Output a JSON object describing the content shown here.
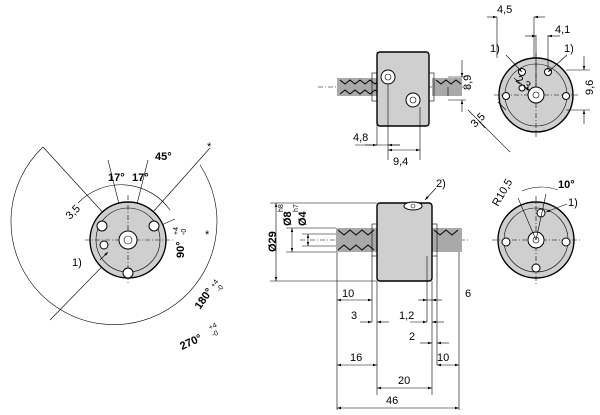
{
  "labels": {
    "dim_4_5": "4,5",
    "dim_4_1": "4,1",
    "note_1_top_left": "1)",
    "note_1_top_right": "1)",
    "dim_8_9": "8,9",
    "dim_9_6": "9,6",
    "dim_2_3": "2,3",
    "dim_3_5_right": "3,5",
    "dim_4_8": "4,8",
    "dim_9_4": "9,4",
    "angle_45": "45°",
    "asterisk_top": "*",
    "angle_17_left": "17°",
    "angle_17_right": "17°",
    "dim_3_5_left": "3,5",
    "asterisk_mid": "*",
    "angle_90": "90°",
    "tol_90_upper": "+4",
    "tol_90_lower": "-0",
    "note_1_left": "1)",
    "angle_180": "180°",
    "tol_180_upper": "+4",
    "tol_180_lower": "-0",
    "angle_270": "270°",
    "tol_270_upper": "+4",
    "tol_270_lower": "-0",
    "note_2": "2)",
    "dia_29": "Ø29",
    "dia_8": "Ø8",
    "tol_8": "h8",
    "dia_4": "Ø4",
    "tol_4": "h7",
    "dim_10_a": "10",
    "dim_6": "6",
    "dim_3": "3",
    "dim_1_2": "1,2",
    "dim_2": "2",
    "dim_16": "16",
    "dim_10_b": "10",
    "dim_20": "20",
    "dim_46": "46",
    "radius_10_5": "R10,5",
    "angle_10": "10°",
    "note_1_right": "1)"
  }
}
